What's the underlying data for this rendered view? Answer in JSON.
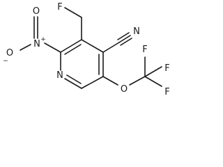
{
  "structure": {
    "atom_labels": {
      "fluoro_top": "F",
      "nitro_n": "N",
      "nitro_o_double": "O",
      "nitro_o_single": "O",
      "ring_n": "N",
      "cyano_n": "N",
      "ether_o": "O",
      "cf3_f1": "F",
      "cf3_f2": "F",
      "cf3_f3": "F"
    },
    "charges": {
      "nitro_n": "+",
      "nitro_o_single": "−"
    }
  }
}
